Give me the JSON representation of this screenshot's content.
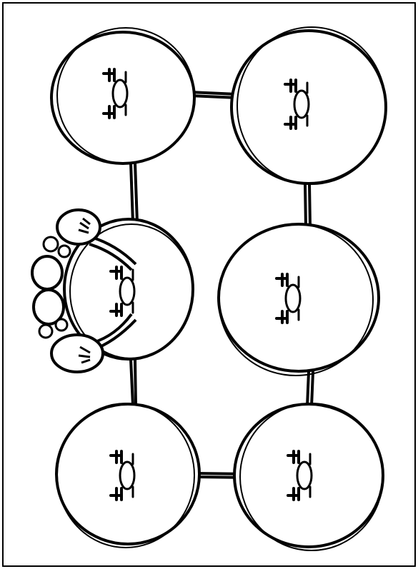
{
  "colors": {
    "ink": "#000000",
    "paper": "#ffffff"
  },
  "drawing": {
    "subject": "six-circle-linked-bubble-sketch",
    "circles": [
      {
        "id": "circle-top-left",
        "figure": "small-face-icon"
      },
      {
        "id": "circle-top-right",
        "figure": "small-face-icon"
      },
      {
        "id": "circle-middle-left",
        "figure": "hands-holding-face-icon"
      },
      {
        "id": "circle-middle-right",
        "figure": "small-face-icon"
      },
      {
        "id": "circle-bottom-left",
        "figure": "small-face-icon"
      },
      {
        "id": "circle-bottom-right",
        "figure": "small-face-icon"
      }
    ],
    "connectors": [
      "top-left-to-top-right",
      "top-left-to-middle-left",
      "middle-left-to-bottom-left",
      "bottom-left-to-bottom-right",
      "top-right-to-middle-right",
      "middle-right-to-bottom-right"
    ]
  }
}
